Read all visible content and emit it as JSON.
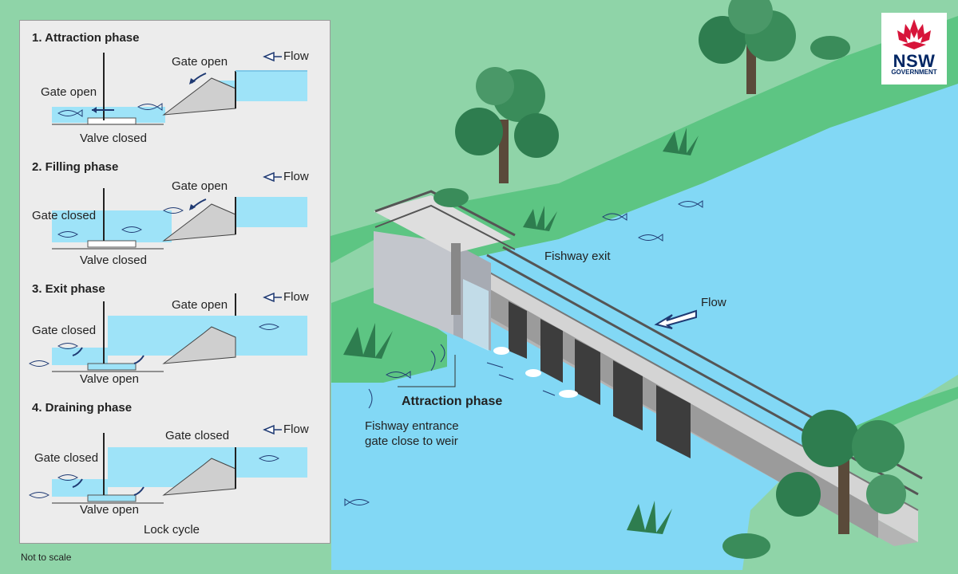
{
  "colors": {
    "land": "#8fd4a8",
    "river": "#82d8f5",
    "bank": "#5dc583",
    "water": "#9ee3f8",
    "weir": "#c8c8c8",
    "panel": "#ececec",
    "arrow": "#1f3a73"
  },
  "logo": {
    "name": "NSW",
    "sub": "GOVERNMENT"
  },
  "panel": {
    "phases": [
      {
        "title": "1. Attraction phase",
        "left_gate": "Gate open",
        "right_gate": "Gate open",
        "flow": "Flow",
        "valve": "Valve closed"
      },
      {
        "title": "2. Filling phase",
        "left_gate": "Gate closed",
        "right_gate": "Gate open",
        "flow": "Flow",
        "valve": "Valve closed"
      },
      {
        "title": "3. Exit phase",
        "left_gate": "Gate closed",
        "right_gate": "Gate open",
        "flow": "Flow",
        "valve": "Valve open"
      },
      {
        "title": "4. Draining phase",
        "left_gate": "Gate closed",
        "right_gate": "Gate closed",
        "flow": "Flow",
        "valve": "Valve open"
      }
    ],
    "caption": "Lock cycle"
  },
  "footnote": "Not to scale",
  "scene": {
    "fishway_exit": "Fishway exit",
    "flow": "Flow",
    "attraction": "Attraction phase",
    "entrance_line1": "Fishway entrance",
    "entrance_line2": "gate close to weir"
  }
}
